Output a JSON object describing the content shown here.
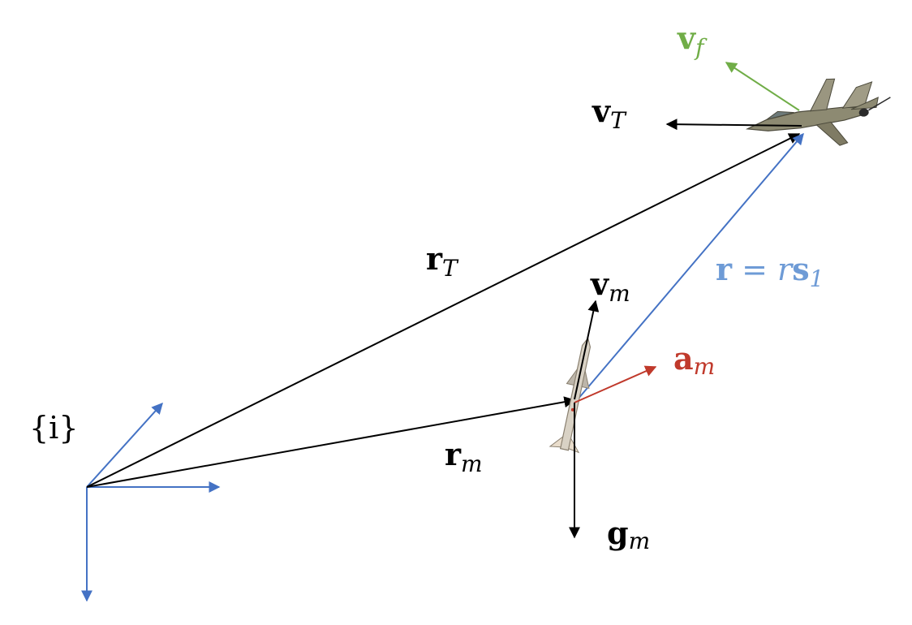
{
  "colors": {
    "black": "#000000",
    "blue": "#4472c4",
    "light_blue": "#6e9bd6",
    "green": "#70ad47",
    "red": "#c0392b"
  },
  "labels": {
    "frame": "{i}",
    "r_T": {
      "base": "r",
      "sub": "T"
    },
    "r_m": {
      "base": "r",
      "sub": "m"
    },
    "v_T": {
      "base": "v",
      "sub": "T"
    },
    "v_f": {
      "base": "v",
      "sub": "f"
    },
    "v_m": {
      "base": "v",
      "sub": "m"
    },
    "a_m": {
      "base": "a",
      "sub": "m"
    },
    "g_m": {
      "base": "g",
      "sub": "m"
    },
    "los": {
      "lhs": "r",
      "eq": " = ",
      "r_scalar": "r",
      "s": "s",
      "s_sub": "1"
    }
  },
  "icons": {
    "target": "fighter-jet-icon",
    "interceptor": "missile-icon"
  }
}
